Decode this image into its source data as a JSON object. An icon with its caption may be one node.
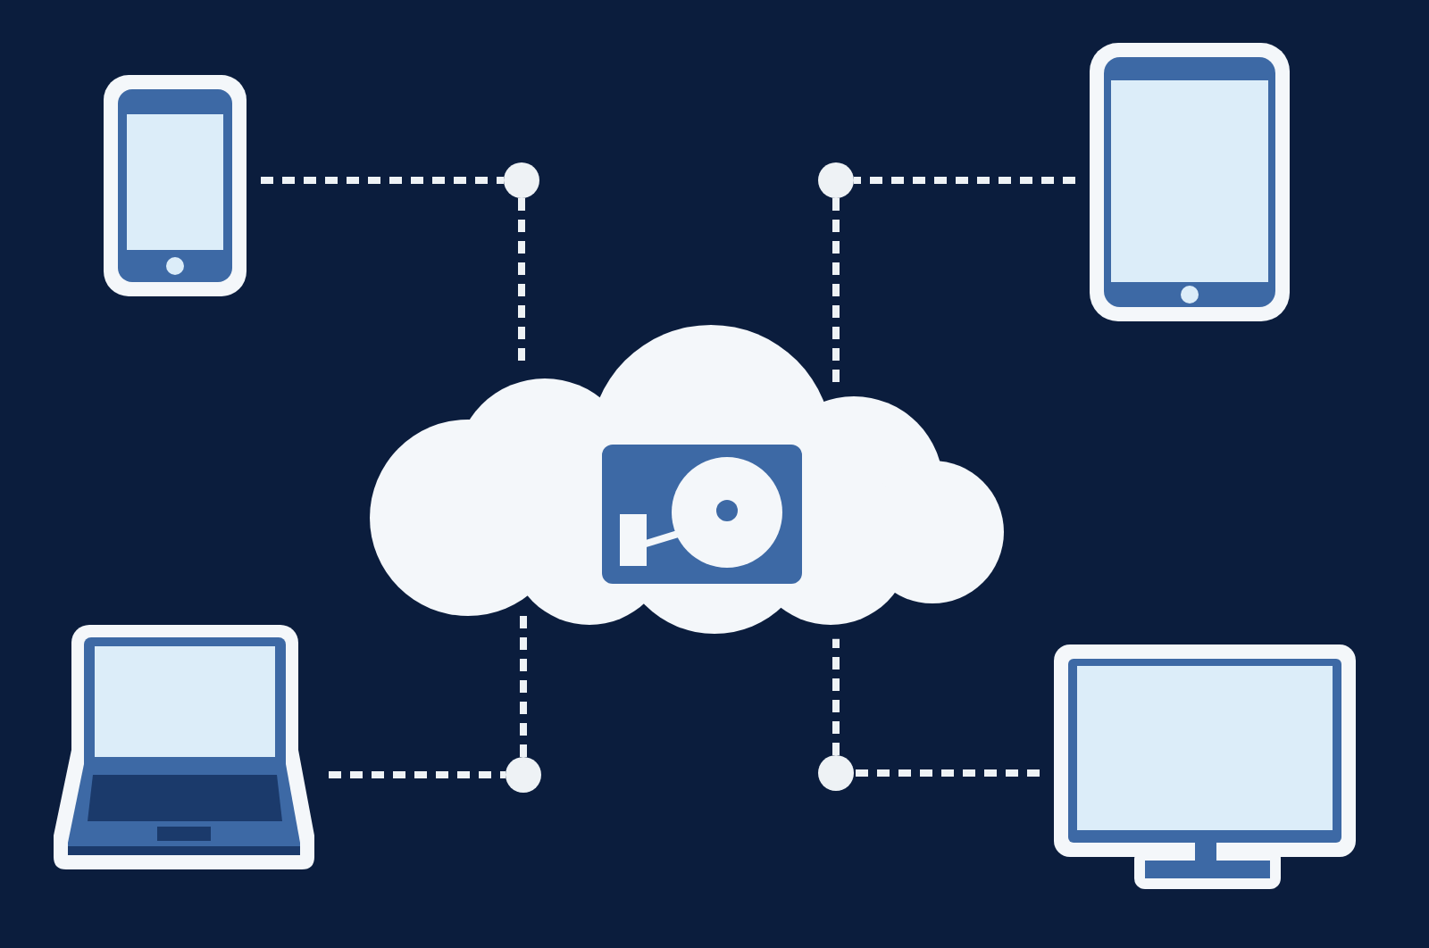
{
  "diagram": {
    "nodes": [
      {
        "text": [],
        "shape": "picture"
      },
      {
        "text": [],
        "shape": "circle"
      },
      {
        "text": [],
        "shape": "circle"
      },
      {
        "text": [],
        "shape": "picture"
      },
      {
        "text": [],
        "shape": "cloud"
      },
      {
        "text": [],
        "shape": "picture"
      },
      {
        "text": [],
        "shape": "circle"
      },
      {
        "text": [],
        "shape": "circle"
      },
      {
        "text": [],
        "shape": "picture"
      }
    ],
    "edges": [
      {
        "from": 0,
        "to": 1,
        "arrow": "none",
        "style": "dashed"
      },
      {
        "from": 1,
        "to": 4,
        "arrow": "none",
        "style": "dashed"
      },
      {
        "from": 3,
        "to": 2,
        "arrow": "none",
        "style": "dashed"
      },
      {
        "from": 2,
        "to": 4,
        "arrow": "none",
        "style": "dashed"
      },
      {
        "from": 5,
        "to": 6,
        "arrow": "none",
        "style": "dashed"
      },
      {
        "from": 6,
        "to": 4,
        "arrow": "none",
        "style": "dashed"
      },
      {
        "from": 8,
        "to": 7,
        "arrow": "none",
        "style": "dashed"
      },
      {
        "from": 7,
        "to": 4,
        "arrow": "none",
        "style": "dashed"
      }
    ]
  }
}
